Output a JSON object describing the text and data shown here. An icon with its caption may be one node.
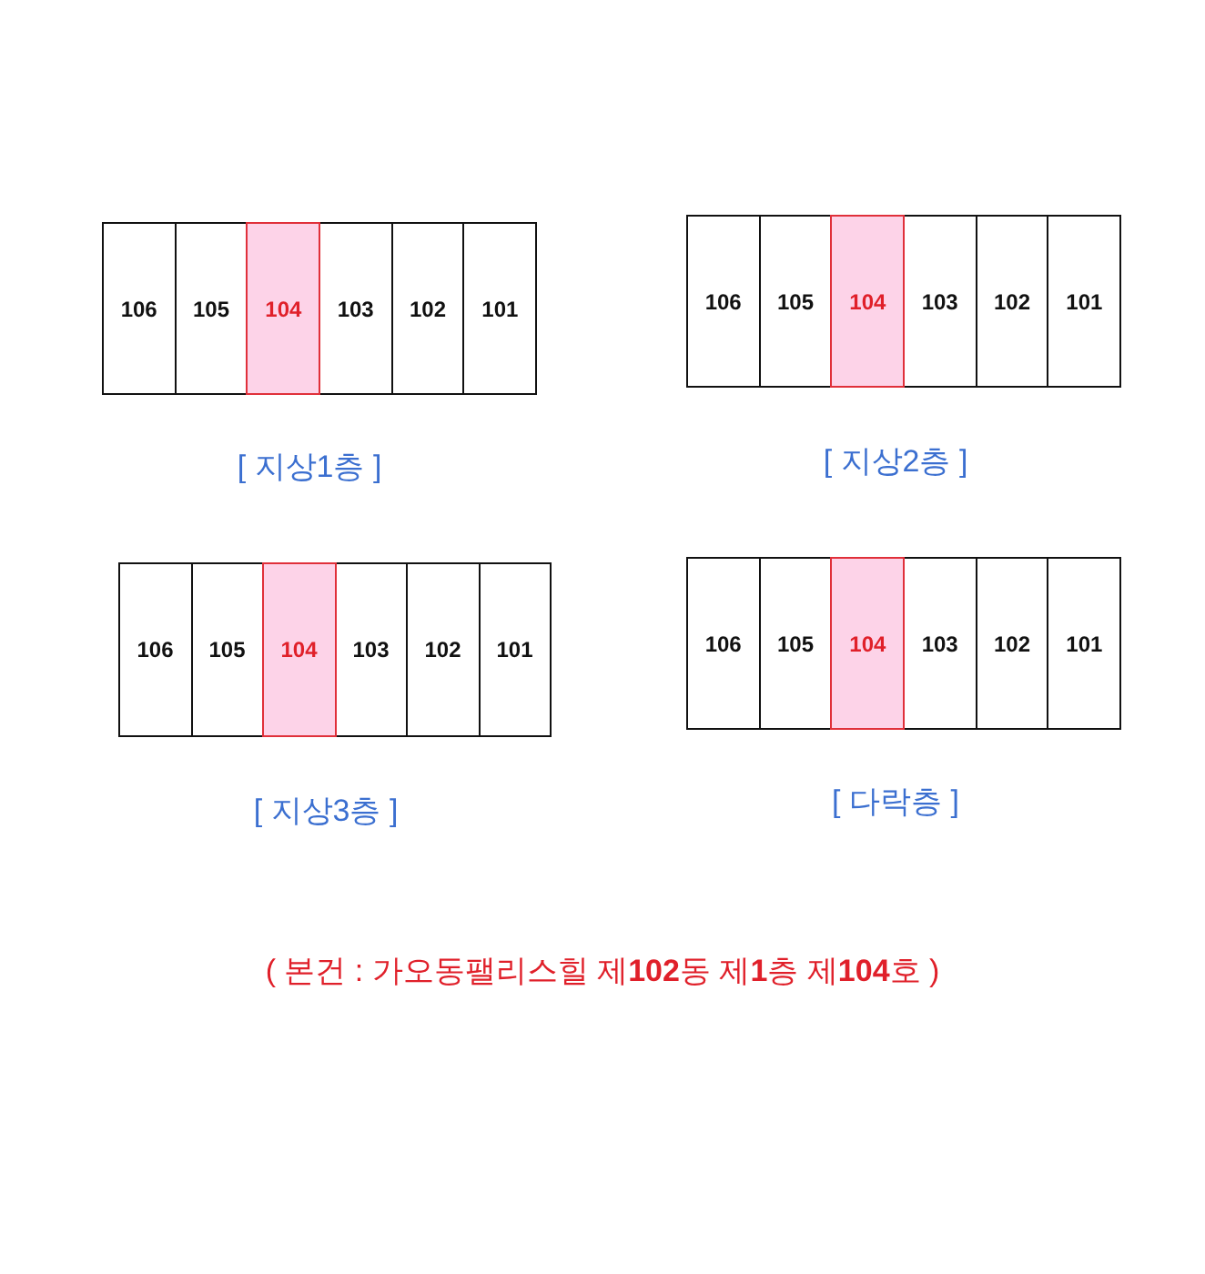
{
  "diagram": {
    "caption": "( 본건 : 가오동팰리스힐 제**102**동 제**1**층 제**104**호 )",
    "nodes": [
      {
        "text": [
          "106"
        ]
      },
      {
        "text": [
          "105"
        ]
      },
      {
        "text": [
          "104"
        ]
      },
      {
        "text": [
          "103"
        ]
      },
      {
        "text": [
          "102"
        ]
      },
      {
        "text": [
          "101"
        ]
      },
      {
        "text": [
          "106"
        ]
      },
      {
        "text": [
          "105"
        ]
      },
      {
        "text": [
          "104"
        ]
      },
      {
        "text": [
          "103"
        ]
      },
      {
        "text": [
          "102"
        ]
      },
      {
        "text": [
          "101"
        ]
      },
      {
        "text": [
          "106"
        ]
      },
      {
        "text": [
          "105"
        ]
      },
      {
        "text": [
          "104"
        ]
      },
      {
        "text": [
          "103"
        ]
      },
      {
        "text": [
          "102"
        ]
      },
      {
        "text": [
          "101"
        ]
      },
      {
        "text": [
          "106"
        ]
      },
      {
        "text": [
          "105"
        ]
      },
      {
        "text": [
          "104"
        ]
      },
      {
        "text": [
          "103"
        ]
      },
      {
        "text": [
          "102"
        ]
      },
      {
        "text": [
          "101"
        ]
      }
    ],
    "labels": [
      "[ 지상1층 ]",
      "[ 지상2층 ]",
      "[ 지상3층 ]",
      "[ 다락층 ]"
    ]
  }
}
